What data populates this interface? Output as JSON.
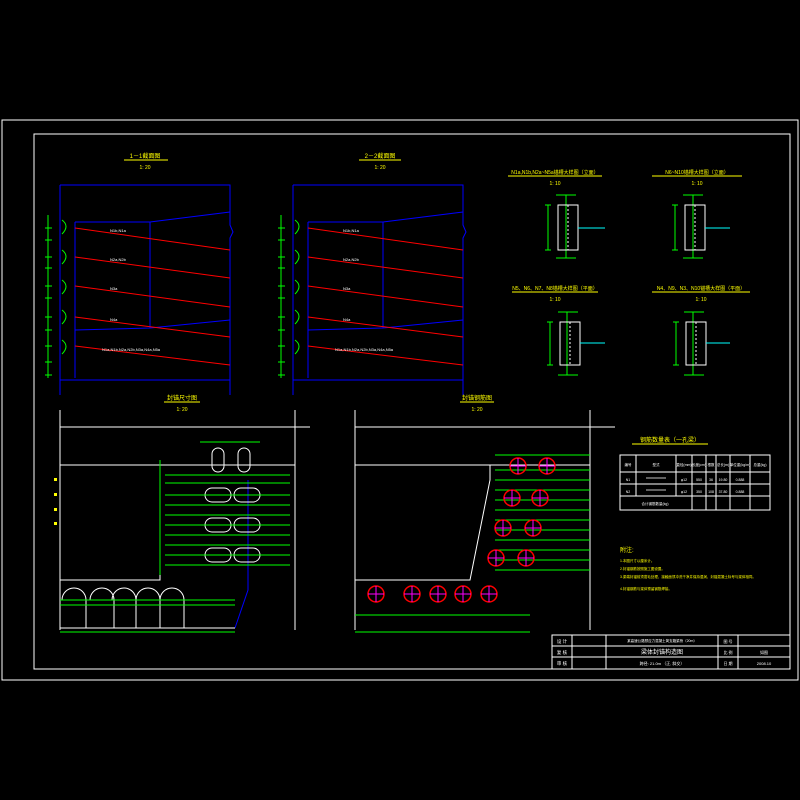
{
  "sheet": {
    "view_titles": {
      "section_1": "1－1截面图",
      "section_1_scale": "1: 20",
      "section_2": "2－2截面图",
      "section_2_scale": "1: 20",
      "detail_a": "N1a,N1b,N2a~N5a锚槽大样图（立面）",
      "detail_a_scale": "1: 10",
      "detail_b": "N6~N10锚槽大样图（立面）",
      "detail_b_scale": "1: 10",
      "detail_c": "N5、N6、N7、N8锚槽大样图（平面）",
      "detail_c_scale": "1: 10",
      "detail_d": "N4、N9、N3、N10锚槽大样图（平面）",
      "detail_d_scale": "1: 10",
      "plan_dims": "封锚尺寸图",
      "plan_dims_scale": "1: 20",
      "plan_rebar": "封锚钢筋图",
      "plan_rebar_scale": "1: 20"
    },
    "section_labels": [
      "N1b,N1a",
      "N2a,N2b",
      "N3a",
      "N4a",
      "N1a,N1b,N2a,N2b,N3a,N4a,N5a"
    ],
    "table": {
      "title": "钢筋数量表（一孔梁）",
      "headers": [
        "编号",
        "型式",
        "直径(mm)",
        "长度(cm)",
        "根数",
        "总长(m)",
        "单位重(kg/m)",
        "总重(kg)"
      ],
      "rows": [
        [
          "N1",
          "",
          "φ12",
          "550",
          "36",
          "19.80",
          "0.888",
          ""
        ],
        [
          "N2",
          "",
          "φ12",
          "350",
          "108",
          "37.80",
          "0.888",
          ""
        ]
      ],
      "total_label": "合计钢筋数量(kg)",
      "total_values": [
        "",
        "",
        "",
        ""
      ]
    },
    "notes": {
      "title": "附注:",
      "lines": [
        "1.本图尺寸以厘米计。",
        "2.封锚钢筋按照施工图设置。",
        "3.梁端封锚前须凿毛处理，接触面须冲洗干净并保持湿润，封锚混凝土标号与梁体相同。",
        "4.封锚钢筋与梁体预留钢筋焊接。"
      ]
    },
    "title_block": {
      "design": "设 计",
      "review": "复 核",
      "approve": "审 核",
      "project": "某高速公路预应力混凝土简支箱梁桥（20m）",
      "drawing_title": "梁体封锚构造图",
      "subtitle": "跨径: 21.0m （正, 斜交）",
      "no_label": "图 号",
      "no_value": "",
      "scale_label": "比 例",
      "scale_value": "如图",
      "date_label": "日 期",
      "date_value": "2008.10"
    },
    "colors": {
      "frame": "#ffffff",
      "outline": "#0000ff",
      "rebar_red": "#ff0000",
      "dim_green": "#00ff00",
      "text_yellow": "#ffff00",
      "label_white": "#ffffff",
      "cyan": "#00ffff"
    }
  }
}
